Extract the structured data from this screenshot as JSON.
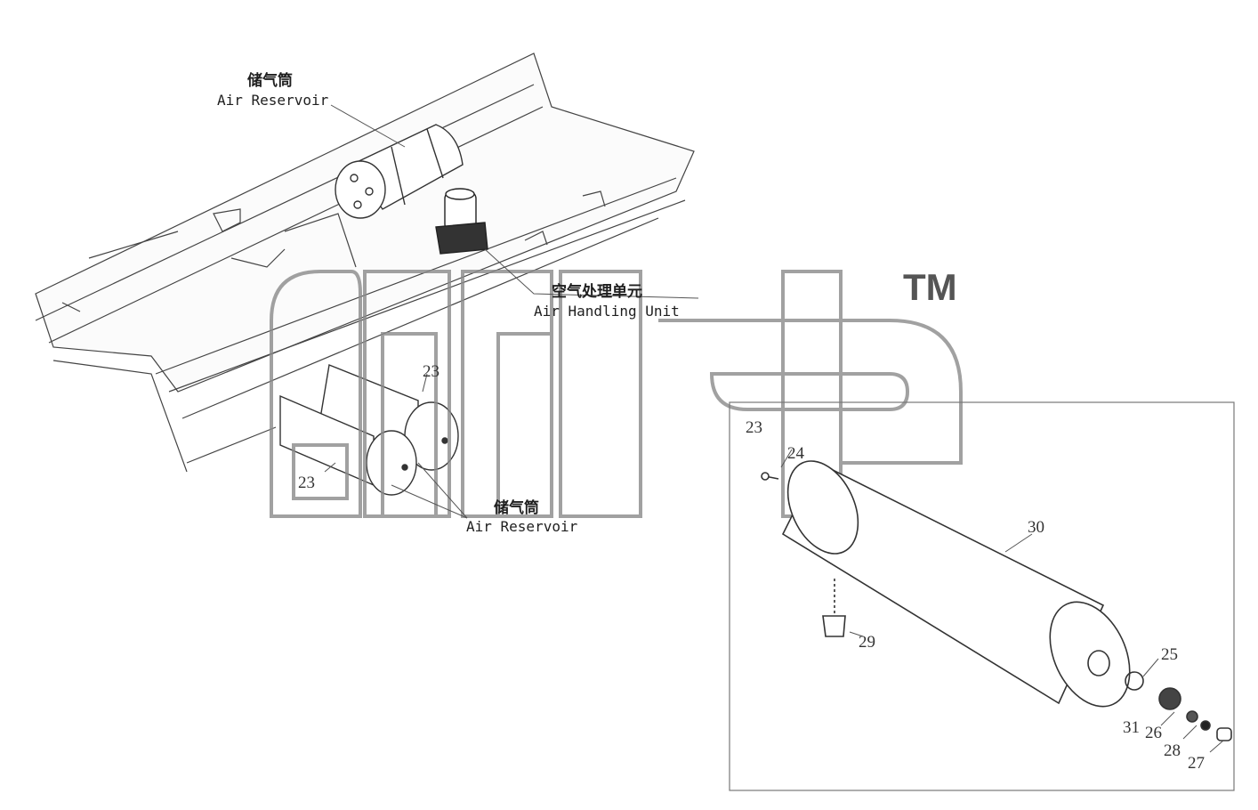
{
  "labels": {
    "reservoir_top_cn": "储气筒",
    "reservoir_top_en": "Air Reservoir",
    "handling_cn": "空气处理单元",
    "handling_en": "Air Handling Unit",
    "reservoir_bottom_cn": "储气筒",
    "reservoir_bottom_en": "Air Reservoir"
  },
  "watermark": {
    "tm": "TM"
  },
  "parts": {
    "p23a": "23",
    "p23b": "23",
    "p23c": "23",
    "p24": "24",
    "p30": "30",
    "p29": "29",
    "p25": "25",
    "p31": "31",
    "p26": "26",
    "p28": "28",
    "p27": "27"
  }
}
